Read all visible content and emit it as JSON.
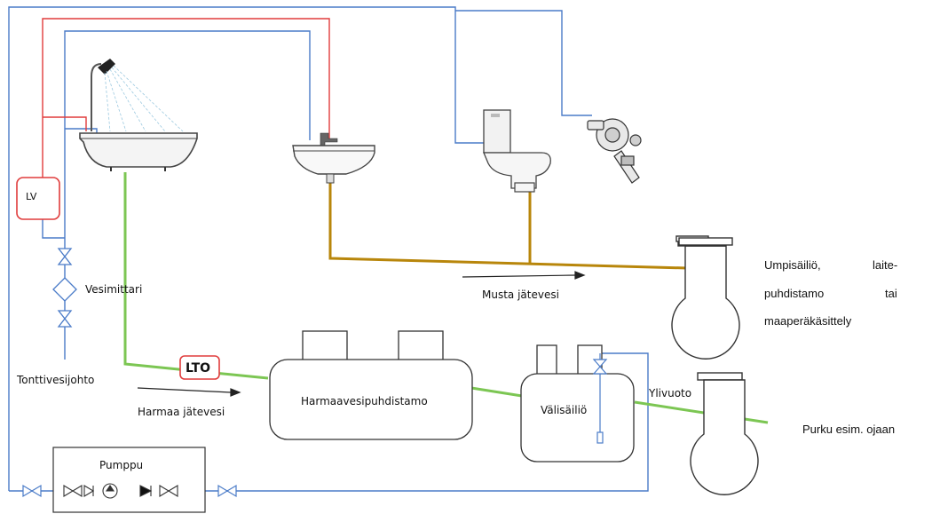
{
  "labels": {
    "lv": "LV",
    "vesimittari": "Vesimittari",
    "tonttivesijohto": "Tonttivesijohto",
    "pumppu": "Pumppu",
    "lto": "LTO",
    "harmaa_jatevesi": "Harmaa jätevesi",
    "harmaavesipuhdistamo": "Harmaavesipuhdistamo",
    "musta_jatevesi": "Musta jätevesi",
    "valisailio": "Välisäiliö",
    "ylivuoto": "Ylivuoto",
    "purku": "Purku esim. ojaan",
    "umpisailio_1": "Umpisäiliö,",
    "umpisailio_1b": "laite-",
    "umpisailio_2": "puhdistamo",
    "umpisailio_2b": "tai",
    "umpisailio_3": "maaperäkäsittely"
  },
  "colors": {
    "cold_water": "#4a7bc8",
    "hot_water": "#e03c3c",
    "grey_water": "#7cc653",
    "black_water": "#b8860b",
    "outline": "#333333"
  }
}
